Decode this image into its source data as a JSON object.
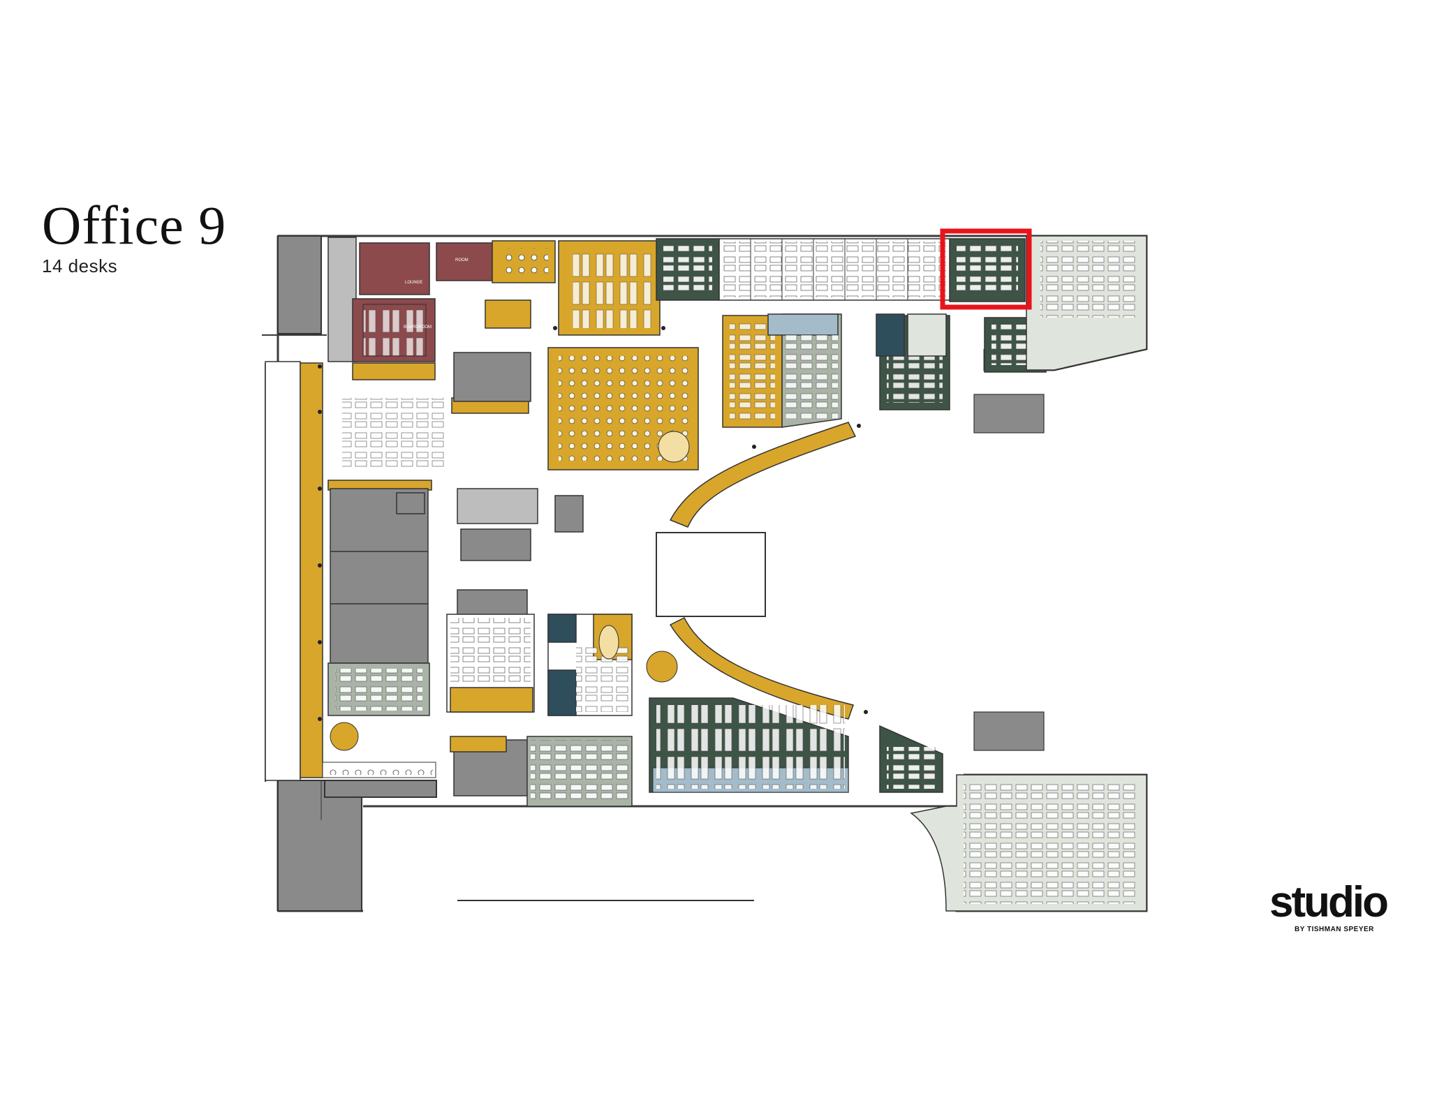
{
  "page": {
    "title": "Office 9",
    "subtitle": "14 desks"
  },
  "plan": {
    "highlighted_office": "Office 9",
    "colors": {
      "highlight": "#e8141b",
      "mustard": "#d8a62a",
      "dark_green": "#3e5446",
      "sage": "#a9b4a7",
      "light_sage": "#dfe5dc",
      "maroon": "#8c4a4c",
      "grey": "#8a8a8a",
      "teal": "#2f4e5c",
      "light_blue": "#a4bcc9",
      "wall": "#3b3b3b"
    },
    "room_labels": {
      "lounge": "LOUNGE",
      "room_top": "ROOM",
      "boardroom": "BOARDROOM"
    }
  },
  "logo": {
    "word": "studio",
    "byline": "BY TISHMAN SPEYER"
  }
}
